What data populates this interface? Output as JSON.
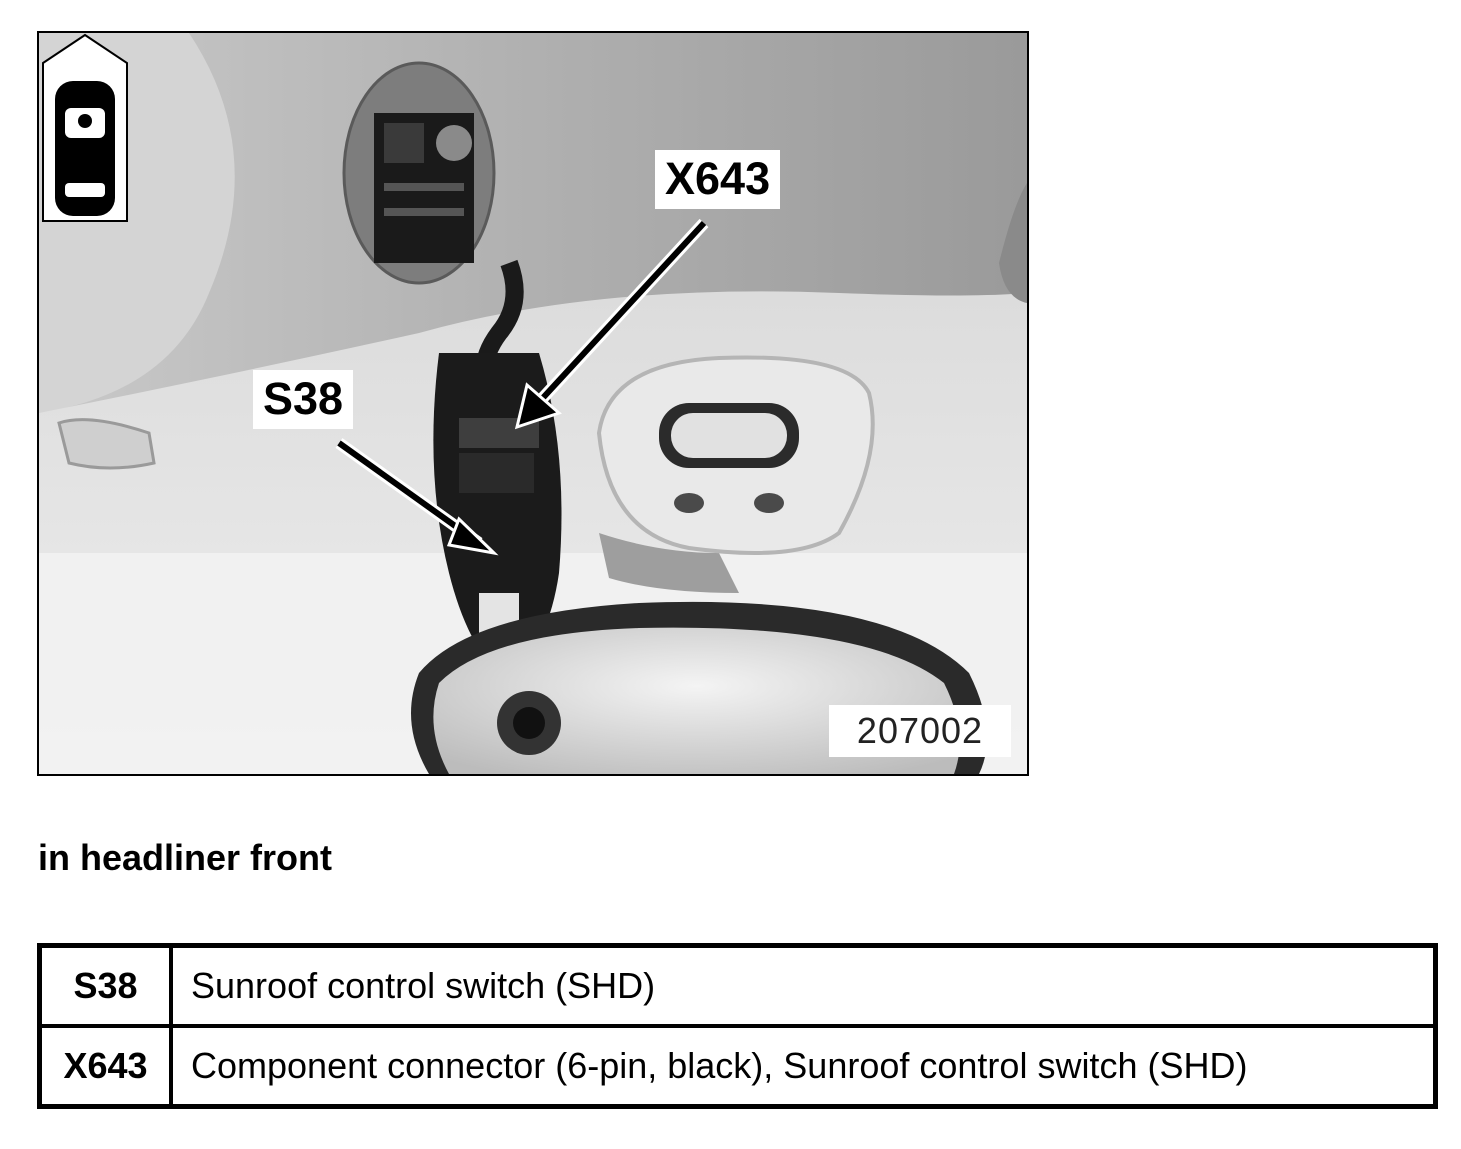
{
  "figure": {
    "callouts": [
      {
        "id": "X643",
        "label": "X643"
      },
      {
        "id": "S38",
        "label": "S38"
      }
    ],
    "reference_number": "207002",
    "view_indicator_icon": "car-top-view-icon"
  },
  "caption": "in headliner front",
  "legend": {
    "rows": [
      {
        "code": "S38",
        "description": "Sunroof control switch (SHD)"
      },
      {
        "code": "X643",
        "description": "Component connector (6-pin, black), Sunroof control switch (SHD)"
      }
    ]
  }
}
